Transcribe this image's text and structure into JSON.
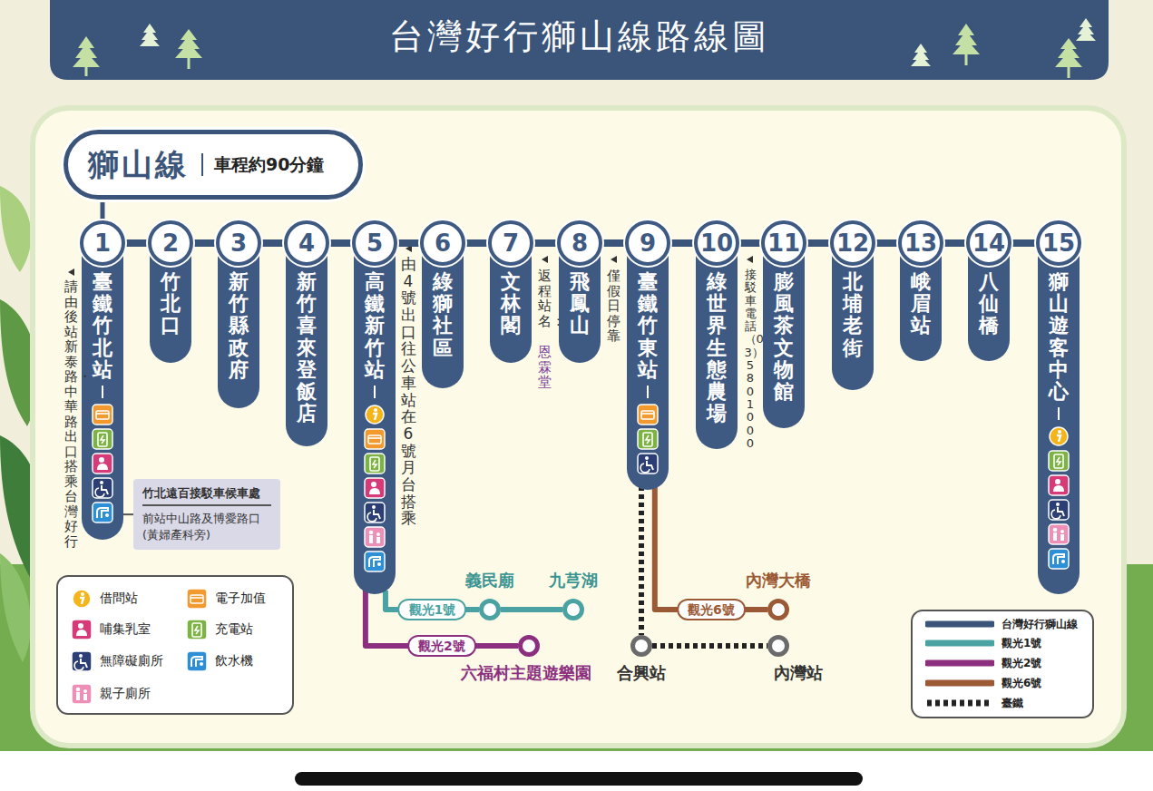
{
  "diagram": {
    "title": "台灣好行獅山線路線圖",
    "nodes": [
      {
        "text": [
          "獅山線",
          "車程約90分鐘"
        ]
      },
      {
        "text": [
          "1",
          "臺鐵竹北站"
        ]
      },
      {
        "text": [
          "2",
          "竹北口"
        ]
      },
      {
        "text": [
          "3",
          "新竹縣政府"
        ]
      },
      {
        "text": [
          "4",
          "新竹喜來登飯店"
        ]
      },
      {
        "text": [
          "5",
          "高鐵新竹站"
        ]
      },
      {
        "text": [
          "6",
          "綠獅社區"
        ]
      },
      {
        "text": [
          "7",
          "文林閣"
        ]
      },
      {
        "text": [
          "8",
          "飛鳳山"
        ]
      },
      {
        "text": [
          "9",
          "臺鐵竹東站"
        ]
      },
      {
        "text": [
          "10",
          "綠世界生態農場"
        ]
      },
      {
        "text": [
          "11",
          "膨風茶文物館"
        ]
      },
      {
        "text": [
          "12",
          "北埔老街"
        ]
      },
      {
        "text": [
          "13",
          "峨眉站"
        ]
      },
      {
        "text": [
          "14",
          "八仙橋"
        ]
      },
      {
        "text": [
          "15",
          "獅山遊客中心"
        ]
      },
      {
        "text": [
          "竹北遠百接駁車候車處",
          "前站中山路及博愛路口 (黃婦產科旁)"
        ]
      },
      {
        "text": [
          "義民廟"
        ]
      },
      {
        "text": [
          "九芎湖"
        ]
      },
      {
        "text": [
          "六福村主題遊樂園"
        ]
      },
      {
        "text": [
          "內灣大橋"
        ]
      },
      {
        "text": [
          "合興站"
        ]
      },
      {
        "text": [
          "內灣站"
        ]
      }
    ],
    "edges": [
      {
        "from": 0,
        "to": 1,
        "arrow": "none"
      },
      {
        "from": 1,
        "to": 2,
        "arrow": "none"
      },
      {
        "from": 2,
        "to": 3,
        "arrow": "none"
      },
      {
        "from": 3,
        "to": 4,
        "arrow": "none"
      },
      {
        "from": 4,
        "to": 5,
        "arrow": "none"
      },
      {
        "from": 5,
        "to": 6,
        "arrow": "none"
      },
      {
        "from": 6,
        "to": 7,
        "arrow": "none"
      },
      {
        "from": 7,
        "to": 8,
        "arrow": "none"
      },
      {
        "from": 8,
        "to": 9,
        "arrow": "none"
      },
      {
        "from": 9,
        "to": 10,
        "arrow": "none"
      },
      {
        "from": 10,
        "to": 11,
        "arrow": "none"
      },
      {
        "from": 11,
        "to": 12,
        "arrow": "none"
      },
      {
        "from": 12,
        "to": 13,
        "arrow": "none"
      },
      {
        "from": 13,
        "to": 14,
        "arrow": "none"
      },
      {
        "from": 14,
        "to": 15,
        "arrow": "none"
      },
      {
        "from": 1,
        "to": 16,
        "arrow": "none"
      },
      {
        "from": 5,
        "to": 17,
        "label": "觀光1號",
        "arrow": "none"
      },
      {
        "from": 17,
        "to": 18,
        "arrow": "none"
      },
      {
        "from": 5,
        "to": 19,
        "label": "觀光2號",
        "arrow": "none"
      },
      {
        "from": 9,
        "to": 20,
        "label": "觀光6號",
        "arrow": "none"
      },
      {
        "from": 9,
        "to": 21,
        "arrow": "none"
      },
      {
        "from": 21,
        "to": 22,
        "arrow": "none"
      }
    ],
    "labels": [
      "請由後站新泰路・中華路出口搭乘台灣好行",
      "由4號出口往公車站在6號月台搭乘",
      "返程站名：",
      "恩霖堂",
      "僅假日停靠",
      "接駁車電話（03）5801000"
    ],
    "legend": [
      {
        "text": "借問站"
      },
      {
        "text": "電子加值"
      },
      {
        "text": "哺集乳室"
      },
      {
        "text": "充電站"
      },
      {
        "text": "無障礙廁所"
      },
      {
        "text": "飲水機"
      },
      {
        "text": "親子廁所"
      },
      {
        "text": "台灣好行獅山線"
      },
      {
        "text": "觀光1號"
      },
      {
        "text": "觀光2號"
      },
      {
        "text": "觀光6號"
      },
      {
        "text": "臺鐵"
      }
    ]
  }
}
